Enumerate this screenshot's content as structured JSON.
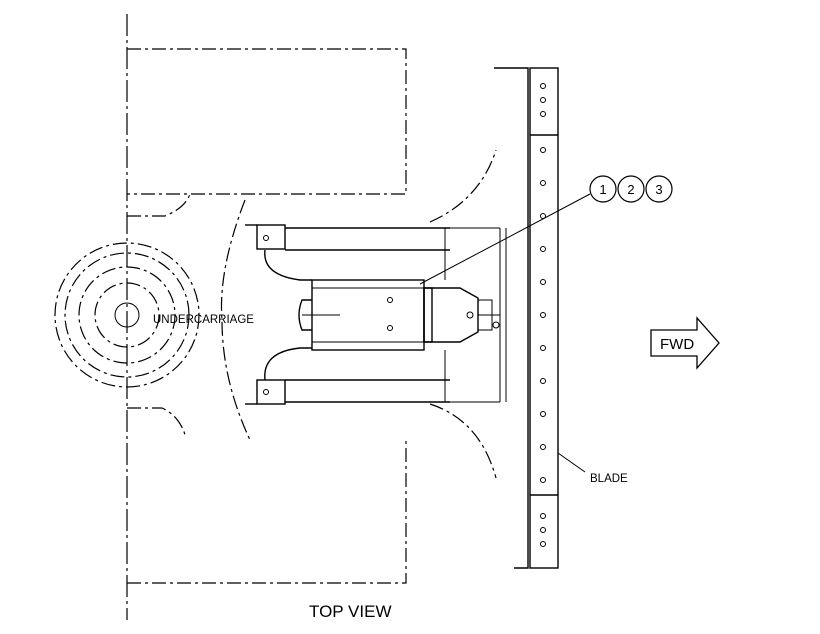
{
  "labels": {
    "undercarriage": "UNDERCARRIAGE",
    "blade": "BLADE",
    "fwd": "FWD",
    "view_title": "TOP VIEW"
  },
  "callouts": [
    "1",
    "2",
    "3"
  ]
}
